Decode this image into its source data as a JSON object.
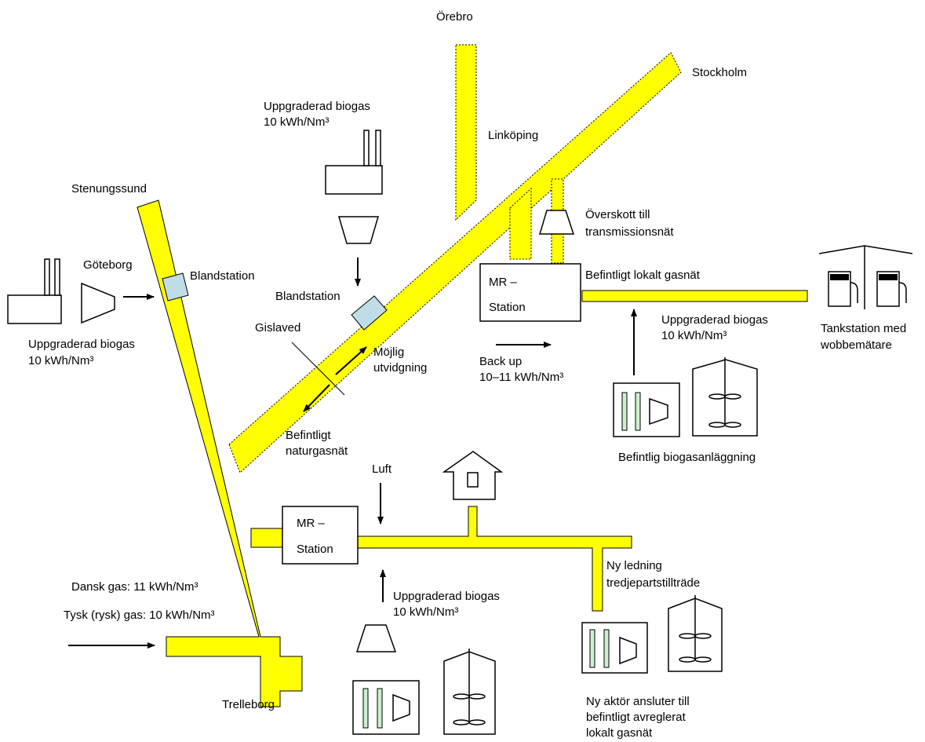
{
  "cities": {
    "orebro": "Örebro",
    "stockholm": "Stockholm",
    "linkoping": "Linköping",
    "stenungssund": "Stenungssund",
    "goteborg": "Göteborg",
    "gislaved": "Gislaved",
    "trelleborg": "Trelleborg"
  },
  "labels": {
    "biogas_top_1": "Uppgraderad biogas",
    "biogas_top_2": "10 kWh/Nm³",
    "overskott_1": "Överskott till",
    "overskott_2": "transmissionsnät",
    "blandstation_left": "Blandstation",
    "blandstation_mid": "Blandstation",
    "mr_top_1": "MR –",
    "mr_top_2": "Station",
    "befintligt_lokalt": "Befintligt lokalt gasnät",
    "biogas_left_1": "Uppgraderad biogas",
    "biogas_left_2": "10 kWh/Nm³",
    "mojlig_1": "Möjlig",
    "mojlig_2": "utvidgning",
    "backup_1": "Back up",
    "backup_2": "10–11 kWh/Nm³",
    "biogas_right_1": "Uppgraderad biogas",
    "biogas_right_2": "10 kWh/Nm³",
    "tankstation_1": "Tankstation med",
    "tankstation_2": "wobbemätare",
    "befintligt_natur_1": "Befintligt",
    "befintligt_natur_2": "naturgasnät",
    "befintlig_biogas": "Befintlig biogasanläggning",
    "luft": "Luft",
    "mr_bottom_1": "MR –",
    "mr_bottom_2": "Station",
    "ny_ledning_1": "Ny ledning",
    "ny_ledning_2": "tredjepartstillträde",
    "dansk_gas": "Dansk gas: 11 kWh/Nm³",
    "tysk_gas": "Tysk (rysk) gas: 10 kWh/Nm³",
    "biogas_bottom_1": "Uppgraderad biogas",
    "biogas_bottom_2": "10 kWh/Nm³",
    "ny_aktor_1": "Ny aktör ansluter till",
    "ny_aktor_2": "befintligt avreglerat",
    "ny_aktor_3": "lokalt gasnät"
  },
  "colors": {
    "pipe": "#ffff00",
    "blend_station": "#bfdde6",
    "filter_bars": "#ccf0cc"
  }
}
